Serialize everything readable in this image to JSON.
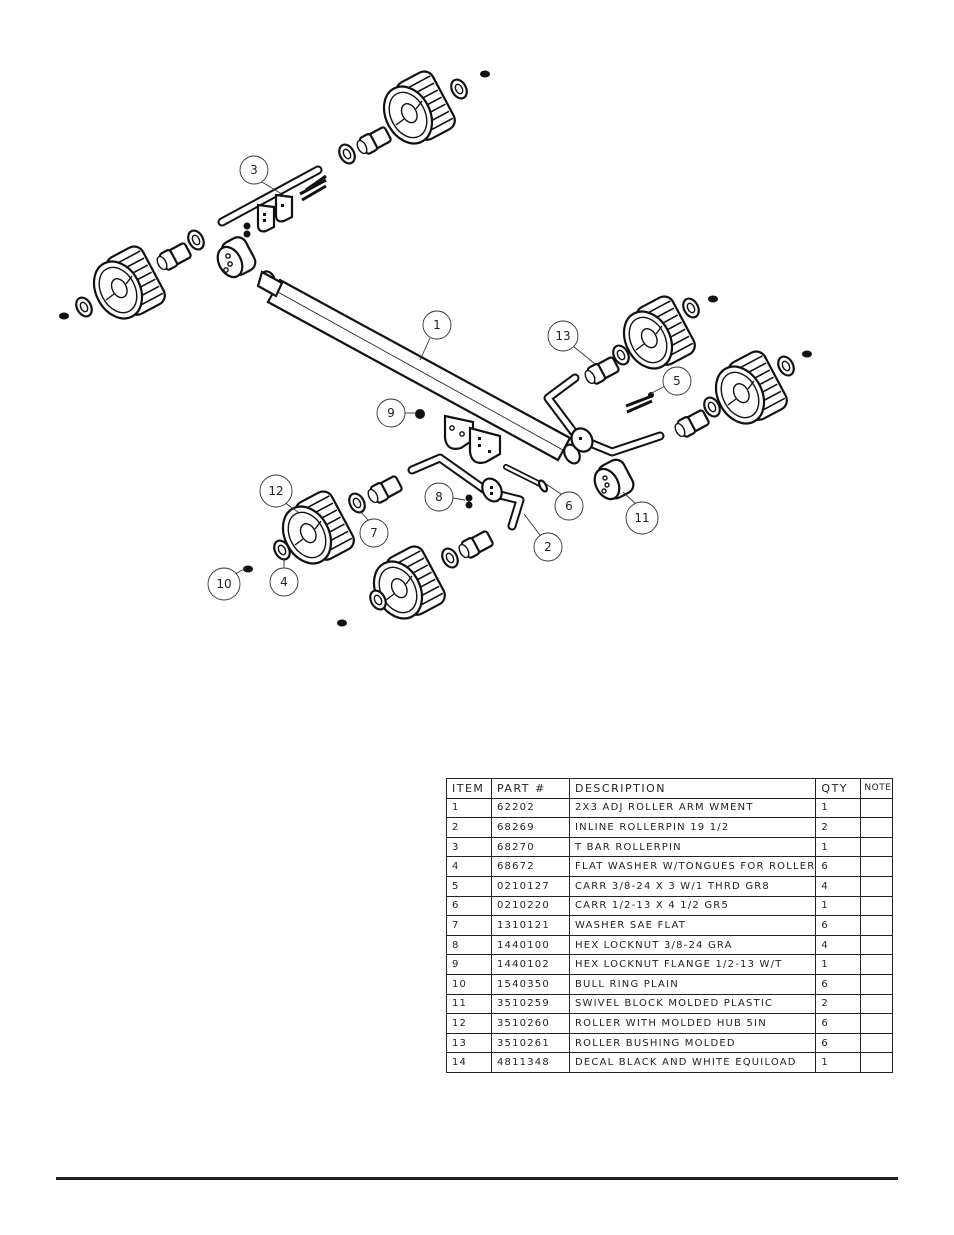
{
  "diagram": {
    "title": "Adjustable roller arm exploded view",
    "callouts": [
      {
        "id": "1",
        "label": "1"
      },
      {
        "id": "2",
        "label": "2"
      },
      {
        "id": "3",
        "label": "3"
      },
      {
        "id": "4",
        "label": "4"
      },
      {
        "id": "5",
        "label": "5"
      },
      {
        "id": "6",
        "label": "6"
      },
      {
        "id": "7",
        "label": "7"
      },
      {
        "id": "8",
        "label": "8"
      },
      {
        "id": "9",
        "label": "9"
      },
      {
        "id": "10",
        "label": "10"
      },
      {
        "id": "11",
        "label": "11"
      },
      {
        "id": "12",
        "label": "12"
      },
      {
        "id": "13",
        "label": "13"
      }
    ]
  },
  "parts_table": {
    "headers": {
      "item": "ITEM",
      "part": "PART #",
      "description": "DESCRIPTION",
      "qty": "QTY",
      "note": "NOTE"
    },
    "rows": [
      {
        "item": "1",
        "part": "62202",
        "description": "2X3 ADJ ROLLER ARM WMENT",
        "qty": "1",
        "note": ""
      },
      {
        "item": "2",
        "part": "68269",
        "description": "INLINE ROLLERPIN 19 1/2",
        "qty": "2",
        "note": ""
      },
      {
        "item": "3",
        "part": "68270",
        "description": "T BAR ROLLERPIN",
        "qty": "1",
        "note": ""
      },
      {
        "item": "4",
        "part": "68672",
        "description": "FLAT WASHER W/TONGUES FOR ROLLER",
        "qty": "6",
        "note": ""
      },
      {
        "item": "5",
        "part": "0210127",
        "description": "CARR 3/8-24 X 3 W/1 THRD GR8",
        "qty": "4",
        "note": ""
      },
      {
        "item": "6",
        "part": "0210220",
        "description": "CARR 1/2-13 X 4 1/2 GR5",
        "qty": "1",
        "note": ""
      },
      {
        "item": "7",
        "part": "1310121",
        "description": "WASHER SAE FLAT",
        "qty": "6",
        "note": ""
      },
      {
        "item": "8",
        "part": "1440100",
        "description": "HEX LOCKNUT 3/8-24 GRA",
        "qty": "4",
        "note": ""
      },
      {
        "item": "9",
        "part": "1440102",
        "description": "HEX LOCKNUT FLANGE 1/2-13 W/T",
        "qty": "1",
        "note": ""
      },
      {
        "item": "10",
        "part": "1540350",
        "description": "BULL RING PLAIN",
        "qty": "6",
        "note": ""
      },
      {
        "item": "11",
        "part": "3510259",
        "description": "SWIVEL BLOCK MOLDED PLASTIC",
        "qty": "2",
        "note": ""
      },
      {
        "item": "12",
        "part": "3510260",
        "description": "ROLLER WITH MOLDED HUB  5IN",
        "qty": "6",
        "note": ""
      },
      {
        "item": "13",
        "part": "3510261",
        "description": "ROLLER BUSHING MOLDED",
        "qty": "6",
        "note": ""
      },
      {
        "item": "14",
        "part": "4811348",
        "description": "DECAL BLACK AND WHITE EQUILOAD",
        "qty": "1",
        "note": ""
      }
    ]
  }
}
